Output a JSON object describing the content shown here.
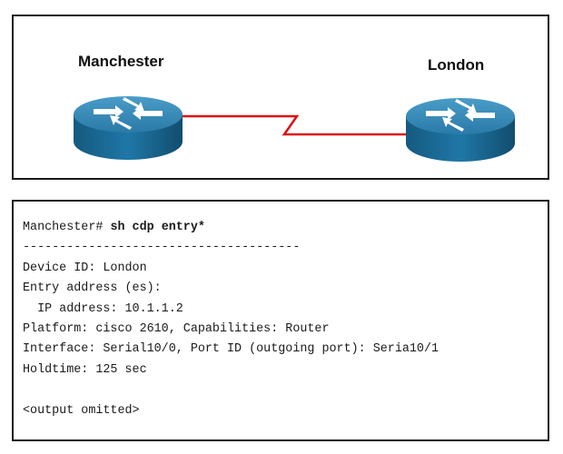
{
  "topology": {
    "left_router": {
      "name": "Manchester",
      "icon": "router-icon"
    },
    "right_router": {
      "name": "London",
      "icon": "router-icon"
    },
    "link": {
      "type": "serial",
      "color": "#e01010"
    },
    "router_color": "#1e6f9a"
  },
  "console": {
    "prompt": "Manchester#",
    "command": " sh cdp entry*",
    "separator": "--------------------------------------",
    "lines": [
      "Device ID: London",
      "Entry address (es):",
      "  IP address: 10.1.1.2",
      "Platform: cisco 2610, Capabilities: Router",
      "Interface: Serial10/0, Port ID (outgoing port): Seria10/1",
      "Holdtime: 125 sec",
      "",
      "<output omitted>"
    ]
  }
}
